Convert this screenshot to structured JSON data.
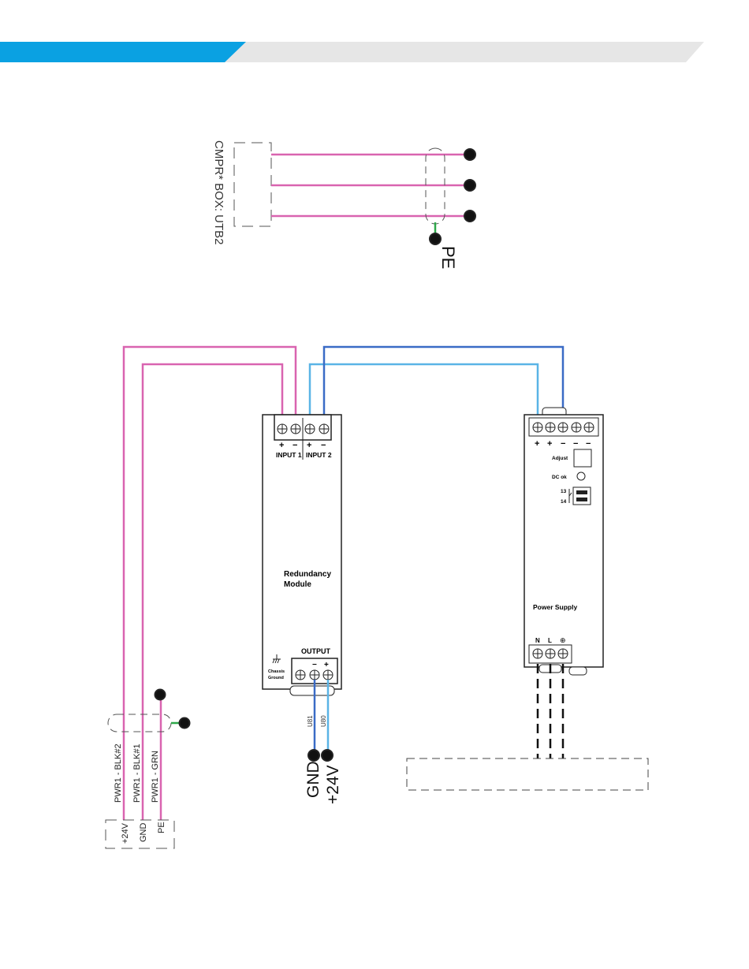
{
  "header": {
    "accent_color": "#0aa1e2",
    "band_color": "#e6e6e6"
  },
  "top_section": {
    "box_label": "CMPR* BOX: UTB2",
    "pe_label": "PE"
  },
  "redundancy_module": {
    "title_line1": "Redundancy",
    "title_line2": "Module",
    "input1_label": "INPUT 1",
    "input2_label": "INPUT 2",
    "output_label": "OUTPUT",
    "chassis_ground_line1": "Chassis",
    "chassis_ground_line2": "Ground",
    "plus": "+",
    "minus": "−",
    "wire_u81": "U81",
    "wire_u80": "U80",
    "terminal_gnd": "GND",
    "terminal_24v": "+24V"
  },
  "power_supply": {
    "title": "Power Supply",
    "adjust_label": "Adjust",
    "dc_ok_label": "DC ok",
    "relay_13": "13",
    "relay_14": "14",
    "terminal_n": "N",
    "terminal_l": "L",
    "terminal_ground_symbol": "⊕"
  },
  "left_cable": {
    "wire_labels": [
      "PWR1 - BLK#2",
      "PWR1 - BLK#1",
      "PWR1 - GRN"
    ],
    "terminal_labels": [
      "+24V",
      "GND",
      "PE"
    ]
  },
  "colors": {
    "pink_wire": "#d964b0",
    "light_blue_wire": "#5ab4e6",
    "dark_blue_wire": "#3a6bc6",
    "green_wire": "#2ea84a"
  }
}
